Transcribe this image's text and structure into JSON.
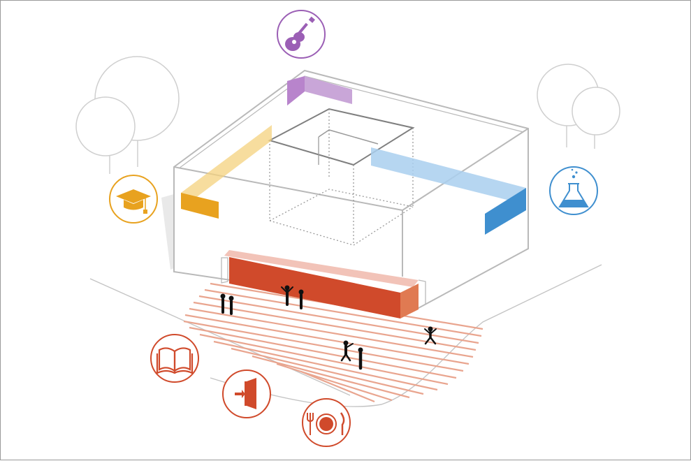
{
  "diagram": {
    "type": "isometric building program diagram",
    "colors": {
      "outline": "#b9b9b9",
      "trees": "#cfcfcf",
      "music": "#9b5fb5",
      "music_band": "#c9a6d8",
      "education": "#e8a21f",
      "education_band": "#f4d27e",
      "science": "#3f8fcf",
      "science_band": "#a9cfee",
      "community": "#d04a2b",
      "plaza_stripes": "#e9a58f",
      "people": "#111111"
    },
    "icons": [
      {
        "name": "guitar-icon",
        "program": "music"
      },
      {
        "name": "graduation-cap-icon",
        "program": "education"
      },
      {
        "name": "flask-icon",
        "program": "science"
      },
      {
        "name": "book-icon",
        "program": "library"
      },
      {
        "name": "door-icon",
        "program": "entrance"
      },
      {
        "name": "plate-cutlery-icon",
        "program": "dining"
      }
    ],
    "trees": 2,
    "people_groups": 5
  }
}
